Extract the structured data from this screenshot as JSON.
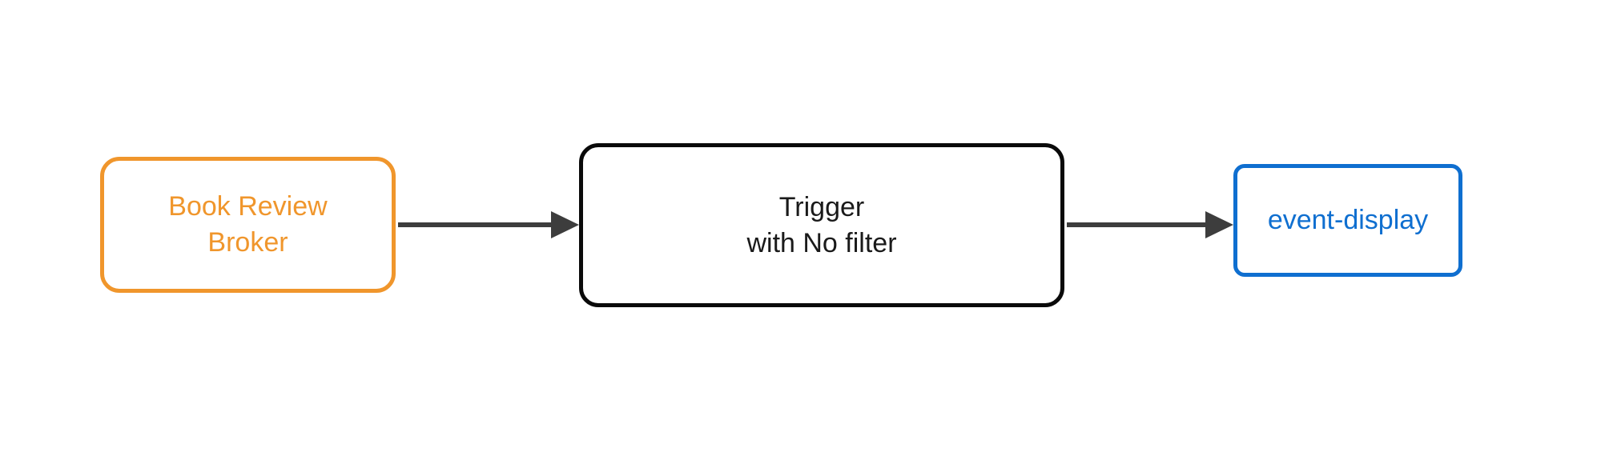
{
  "diagram": {
    "type": "event-flow",
    "background_color": "#ffffff",
    "nodes": [
      {
        "id": "broker",
        "label": "Book Review\nBroker",
        "shape": "rounded-rectangle",
        "border_color": "#f0962c",
        "text_color": "#f0962c",
        "fill_color": "#ffffff"
      },
      {
        "id": "trigger",
        "label": "Trigger\nwith No filter",
        "shape": "rounded-rectangle",
        "border_color": "#0a0a0a",
        "text_color": "#1a1a1a",
        "fill_color": "#ffffff"
      },
      {
        "id": "sink",
        "label": "event-display",
        "shape": "rounded-rectangle",
        "border_color": "#0f6fd0",
        "text_color": "#0f6fd0",
        "fill_color": "#ffffff"
      }
    ],
    "edges": [
      {
        "id": "broker-to-trigger",
        "from": "broker",
        "to": "trigger",
        "label": "",
        "color": "#3d3d3d",
        "arrowhead": "filled-triangle"
      },
      {
        "id": "trigger-to-sink",
        "from": "trigger",
        "to": "sink",
        "label": "",
        "color": "#3d3d3d",
        "arrowhead": "filled-triangle"
      }
    ]
  }
}
